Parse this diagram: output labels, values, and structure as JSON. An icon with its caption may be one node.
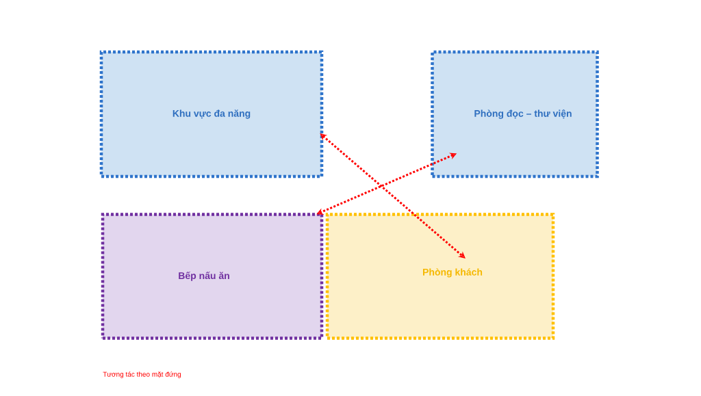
{
  "diagram": {
    "nodes": [
      {
        "text": [
          "Khu vực đa năng"
        ]
      },
      {
        "text": [
          "Phòng đọc – thư viện"
        ]
      },
      {
        "text": [
          "Bếp nấu ăn"
        ]
      },
      {
        "text": [
          "Phòng khách"
        ]
      }
    ],
    "edges": [
      {
        "from": 0,
        "to": 3,
        "arrow": "both",
        "style": "dashed"
      },
      {
        "from": 1,
        "to": 2,
        "arrow": "both",
        "style": "dashed"
      }
    ],
    "labels": [
      "Tương tác theo mặt đứng"
    ]
  }
}
